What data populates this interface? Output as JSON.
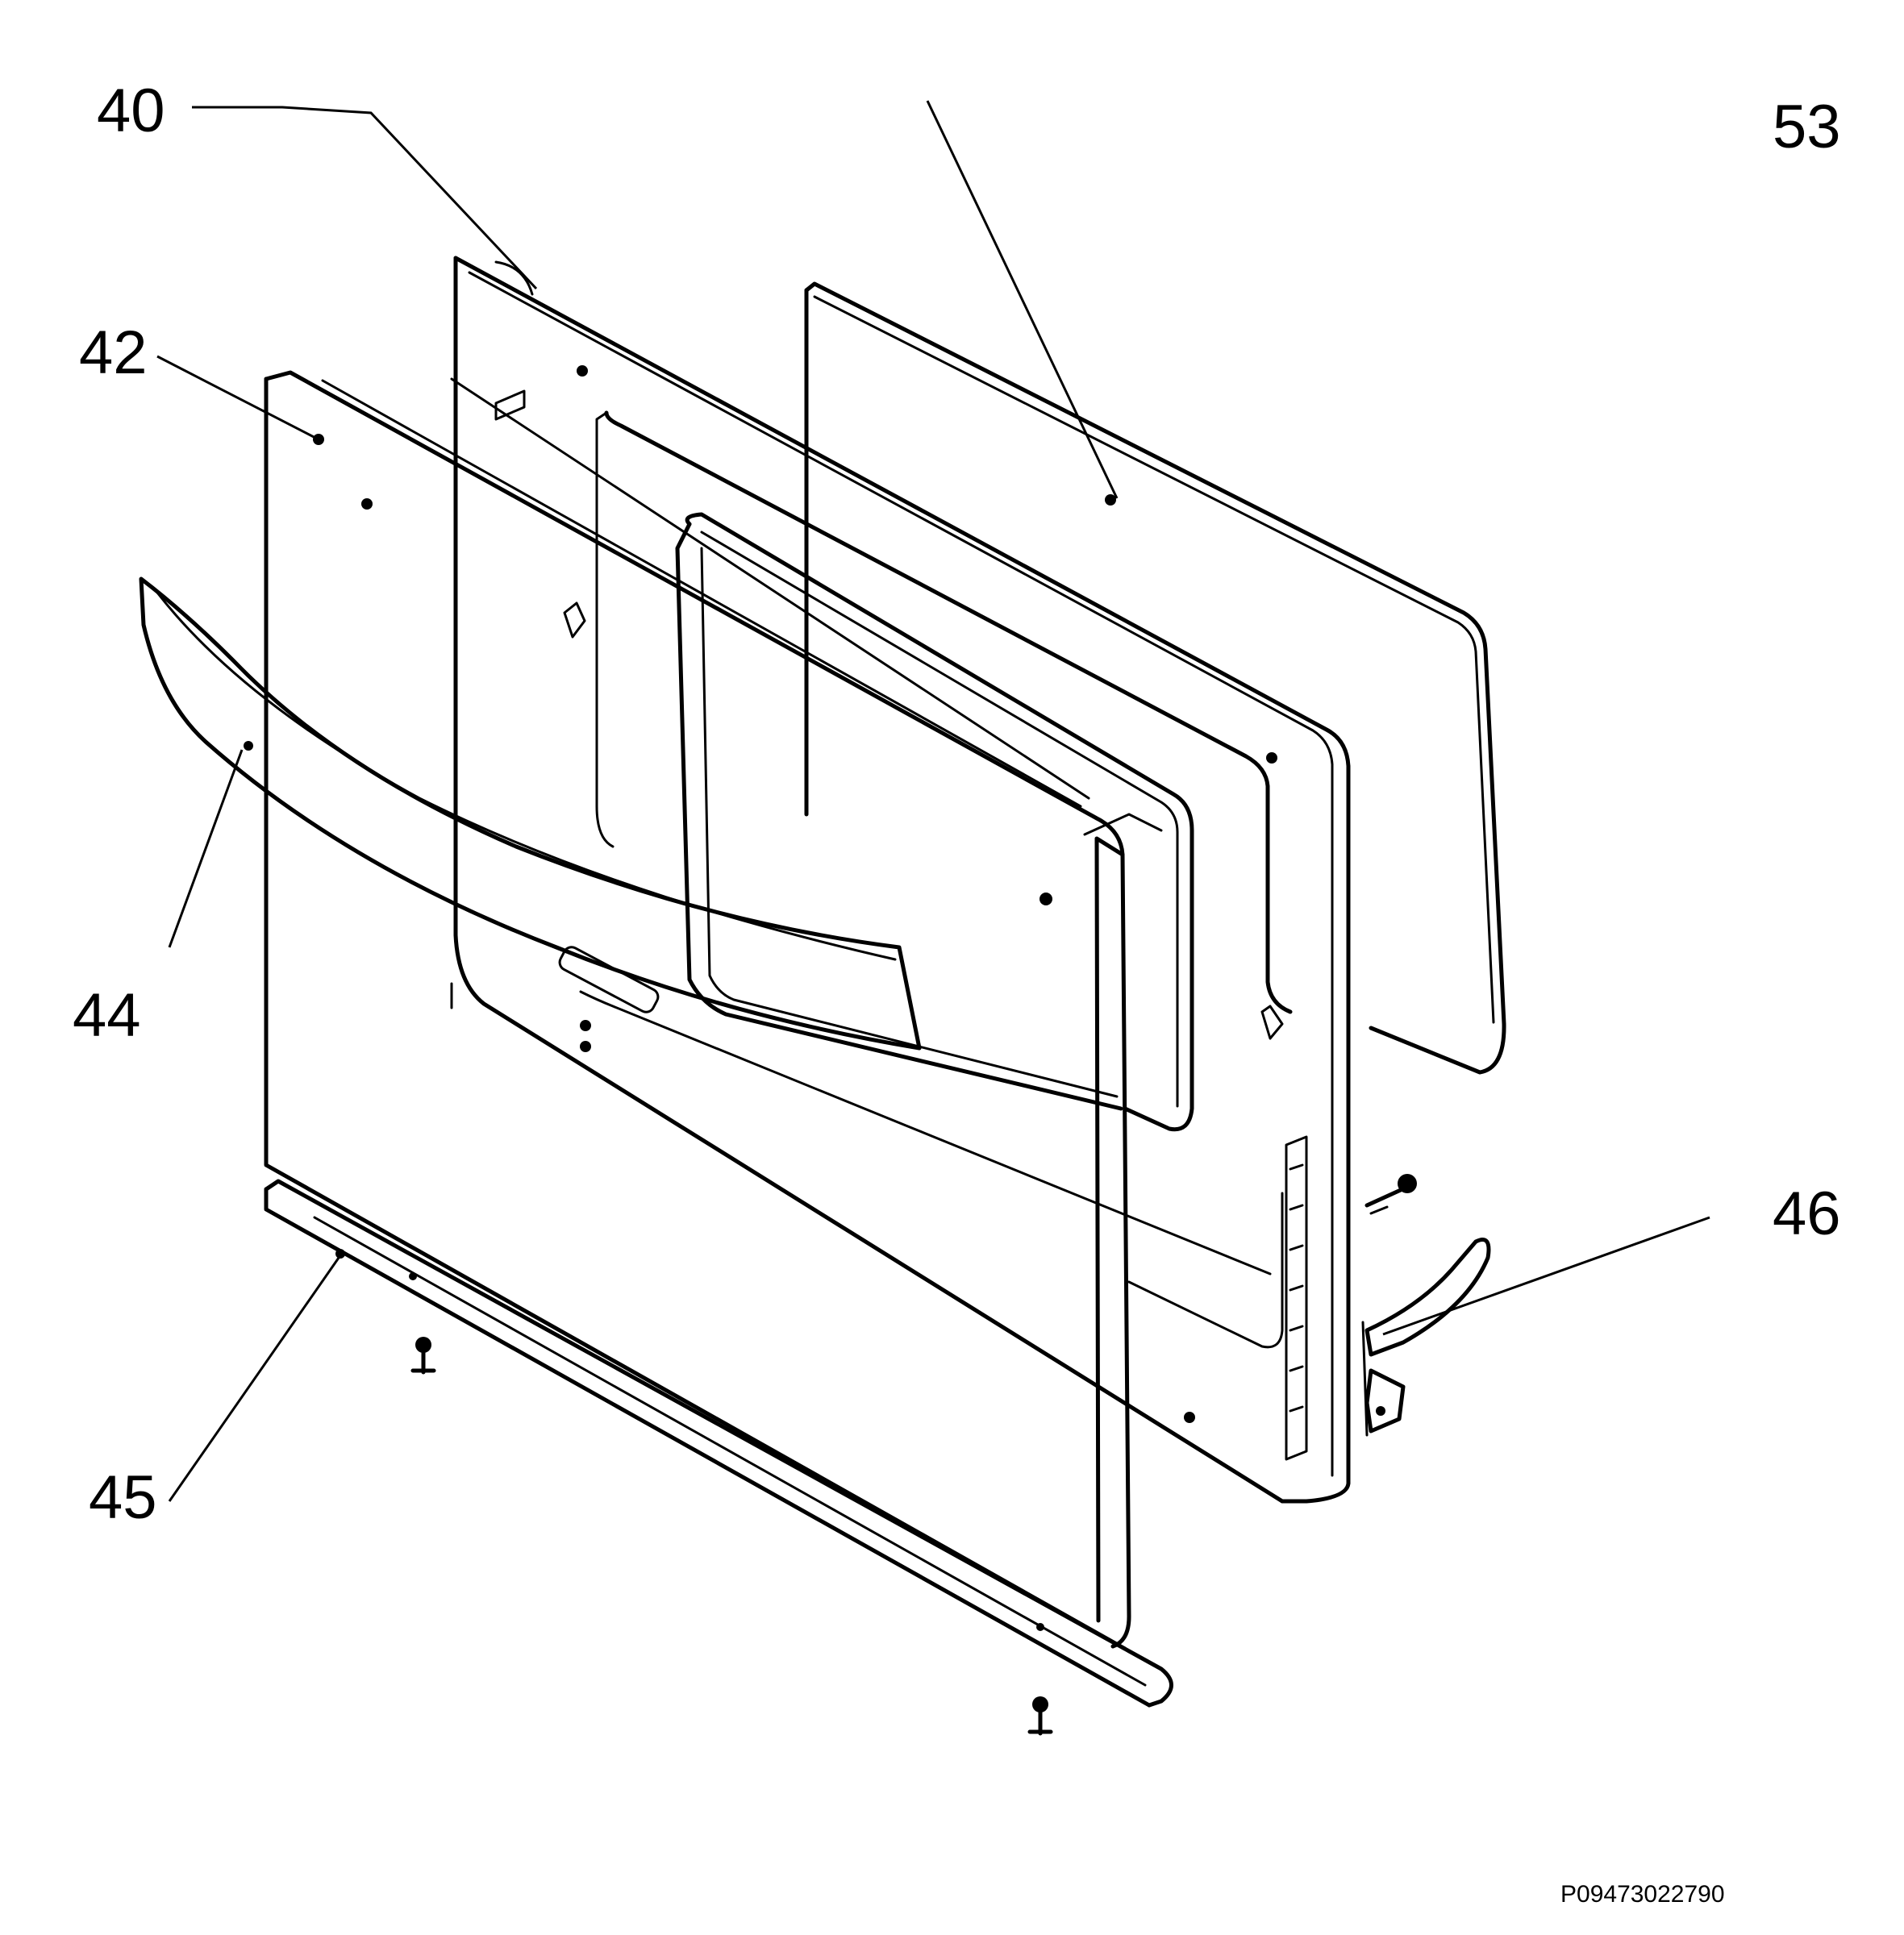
{
  "diagram": {
    "callouts": [
      {
        "id": "40",
        "label": "40"
      },
      {
        "id": "42",
        "label": "42"
      },
      {
        "id": "44",
        "label": "44"
      },
      {
        "id": "45",
        "label": "45"
      },
      {
        "id": "46",
        "label": "46"
      },
      {
        "id": "53",
        "label": "53"
      }
    ],
    "drawing_code": "P09473022790"
  }
}
